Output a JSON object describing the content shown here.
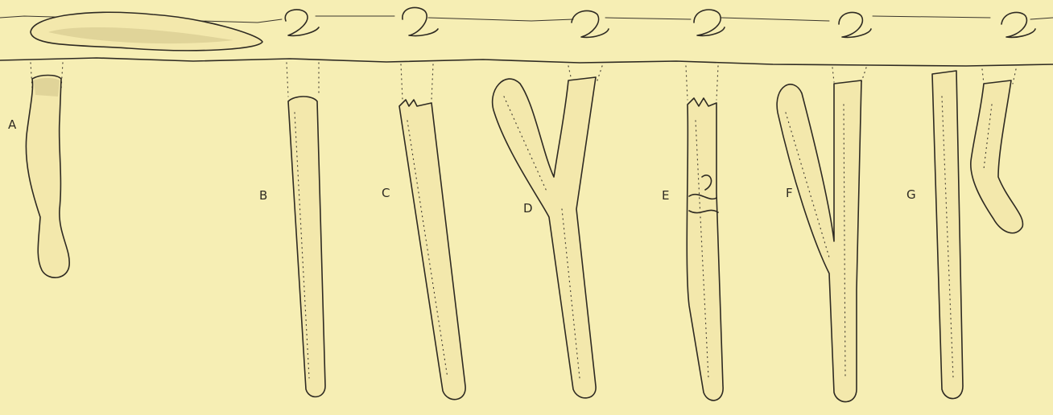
{
  "figure": {
    "labels": {
      "a": "A",
      "b": "B",
      "c": "C",
      "d": "D",
      "e": "E",
      "f": "F",
      "g": "G"
    },
    "colors": {
      "background": "#f6eeb4",
      "ink": "#2e2a22",
      "shade": "#cfc28a"
    }
  }
}
